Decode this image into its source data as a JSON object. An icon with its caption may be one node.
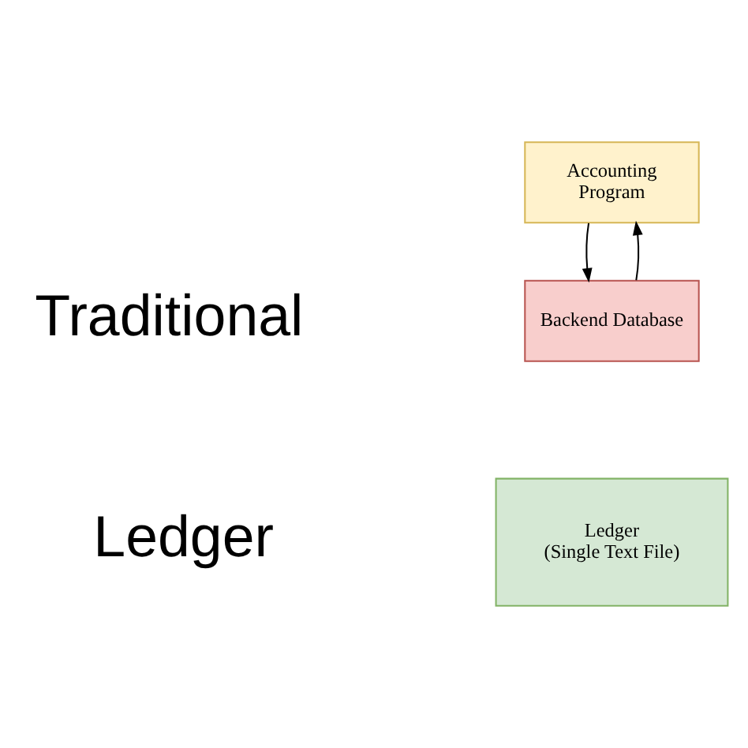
{
  "diagram": {
    "nodes": [
      {
        "text": [
          "Accounting Program"
        ]
      },
      {
        "text": [
          "Backend Database"
        ]
      },
      {
        "text": [
          "Ledger (Single Text File)"
        ]
      }
    ],
    "edges": [
      {
        "from": 0,
        "to": 1,
        "arrow": "to"
      },
      {
        "from": 1,
        "to": 0,
        "arrow": "to"
      }
    ],
    "labels": [
      "Traditional",
      "Ledger"
    ]
  }
}
